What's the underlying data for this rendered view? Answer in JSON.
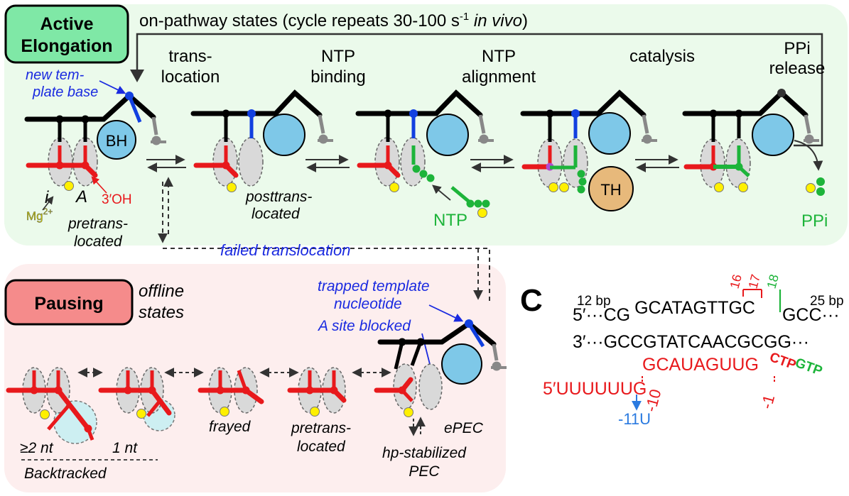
{
  "active": {
    "box_label": [
      "Active",
      "Elongation"
    ],
    "header": "on-pathway states (cycle repeats 30-100 s",
    "header_sup": "-1",
    "header_italic": "in vivo",
    "header_close": ")",
    "steps": [
      [
        "trans-",
        "location"
      ],
      [
        "NTP",
        "binding"
      ],
      [
        "NTP",
        "alignment"
      ],
      [
        "catalysis"
      ],
      [
        "PPi",
        "release"
      ]
    ],
    "new_template": [
      "new tem-",
      "plate base"
    ],
    "bh": "BH",
    "th": "TH",
    "i_site": "i",
    "a_site": "A",
    "three_oh": "3′OH",
    "mg": "Mg",
    "mg_sup": "2+",
    "pretrans": [
      "pretrans-",
      "located"
    ],
    "posttrans": [
      "posttrans-",
      "located"
    ],
    "ntp": "NTP",
    "ppi": "PPi",
    "failed": "failed translocation"
  },
  "pausing": {
    "box_label": "Pausing",
    "offline": [
      "offline",
      "states"
    ],
    "trapped": [
      "trapped template",
      "nucleotide"
    ],
    "a_blocked": "A site blocked",
    "ge2": "≥2 nt",
    "one": "1 nt",
    "backtracked": "Backtracked",
    "frayed": "frayed",
    "pretrans": [
      "pretrans-",
      "located"
    ],
    "epec": "ePEC",
    "hp": [
      "hp-stabilized",
      "PEC"
    ]
  },
  "panel_c": {
    "letter": "C",
    "bp12": "12 bp",
    "bp25": "25 bp",
    "nums": [
      "16",
      "17",
      "18"
    ],
    "top_prefix": "5′···CG",
    "top_mid": "GCATAGTTGC",
    "top_end": "GCC···",
    "bottom": "3′···GCCGTATCAACGCGG···",
    "rna_prefix": "5′UUUUUUG",
    "rna_mid": "GCAUAGUUG",
    "ctp": "CTP",
    "gtp": "GTP",
    "m10": "-10",
    "m1": "-1",
    "m11u": "-11U"
  },
  "colors": {
    "active_bg": "#ebfaeb",
    "active_label": "#7fe8a6",
    "pausing_bg": "#fdeeee",
    "pausing_label": "#f58b8b",
    "dna": "#000000",
    "rna": "#e8191c",
    "template_blue": "#1240e0",
    "ntp_green": "#1db43a",
    "mg_yellow": "#fff000",
    "bh_blue": "#7ec8e8",
    "th_tan": "#e7b97b",
    "site_gray": "#d9d9d9",
    "text_blue": "#1a2ae0"
  }
}
